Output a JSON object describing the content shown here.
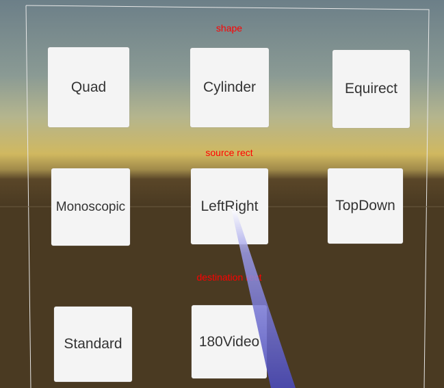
{
  "sections": {
    "shape": {
      "label": "shape",
      "buttons": [
        "Quad",
        "Cylinder",
        "Equirect"
      ]
    },
    "source_rect": {
      "label": "source rect",
      "buttons": [
        "Monoscopic",
        "LeftRight",
        "TopDown"
      ]
    },
    "destination_rect": {
      "label": "destination rect",
      "buttons": [
        "Standard",
        "180Video"
      ]
    }
  },
  "colors": {
    "label": "#ff0000",
    "button": "#f4f4f4",
    "laser": "#5a5ad0"
  }
}
